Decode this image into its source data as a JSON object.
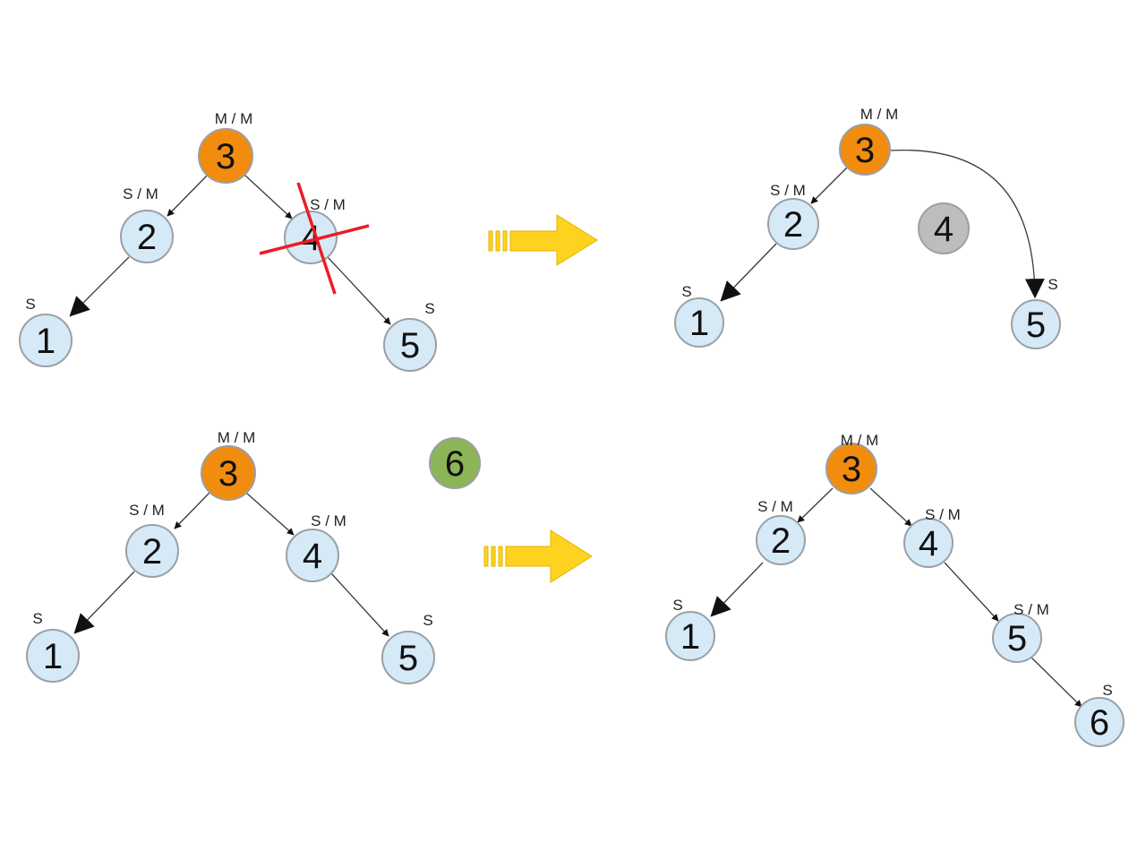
{
  "colors": {
    "slave": "#d6e9f7",
    "master": "#f28c0f",
    "removed": "#bdbdbd",
    "added": "#8bb556",
    "cross": "#ee1b24",
    "arrow": "#ffd21f",
    "edge": "#3a3a3a"
  },
  "diagrams": [
    {
      "id": "remove-before",
      "nodes": [
        {
          "id": "n3",
          "label": "3",
          "role": "M / M",
          "kind": "master"
        },
        {
          "id": "n2",
          "label": "2",
          "role": "S / M",
          "kind": "slave"
        },
        {
          "id": "n4",
          "label": "4",
          "role": "S / M",
          "kind": "slave",
          "crossed": true
        },
        {
          "id": "n1",
          "label": "1",
          "role": "S",
          "kind": "slave"
        },
        {
          "id": "n5",
          "label": "5",
          "role": "S",
          "kind": "slave"
        }
      ]
    },
    {
      "id": "remove-after",
      "nodes": [
        {
          "id": "n3",
          "label": "3",
          "role": "M / M",
          "kind": "master"
        },
        {
          "id": "n2",
          "label": "2",
          "role": "S / M",
          "kind": "slave"
        },
        {
          "id": "n4",
          "label": "4",
          "role": "",
          "kind": "removed"
        },
        {
          "id": "n1",
          "label": "1",
          "role": "S",
          "kind": "slave"
        },
        {
          "id": "n5",
          "label": "5",
          "role": "S",
          "kind": "slave"
        }
      ]
    },
    {
      "id": "add-before",
      "nodes": [
        {
          "id": "n3",
          "label": "3",
          "role": "M / M",
          "kind": "master"
        },
        {
          "id": "n2",
          "label": "2",
          "role": "S / M",
          "kind": "slave"
        },
        {
          "id": "n4",
          "label": "4",
          "role": "S / M",
          "kind": "slave"
        },
        {
          "id": "n1",
          "label": "1",
          "role": "S",
          "kind": "slave"
        },
        {
          "id": "n5",
          "label": "5",
          "role": "S",
          "kind": "slave"
        },
        {
          "id": "n6",
          "label": "6",
          "role": "",
          "kind": "added"
        }
      ]
    },
    {
      "id": "add-after",
      "nodes": [
        {
          "id": "n3",
          "label": "3",
          "role": "M / M",
          "kind": "master"
        },
        {
          "id": "n2",
          "label": "2",
          "role": "S / M",
          "kind": "slave"
        },
        {
          "id": "n4",
          "label": "4",
          "role": "S / M",
          "kind": "slave"
        },
        {
          "id": "n1",
          "label": "1",
          "role": "S",
          "kind": "slave"
        },
        {
          "id": "n5",
          "label": "5",
          "role": "S / M",
          "kind": "slave"
        },
        {
          "id": "n6",
          "label": "6",
          "role": "S",
          "kind": "slave"
        }
      ]
    }
  ]
}
